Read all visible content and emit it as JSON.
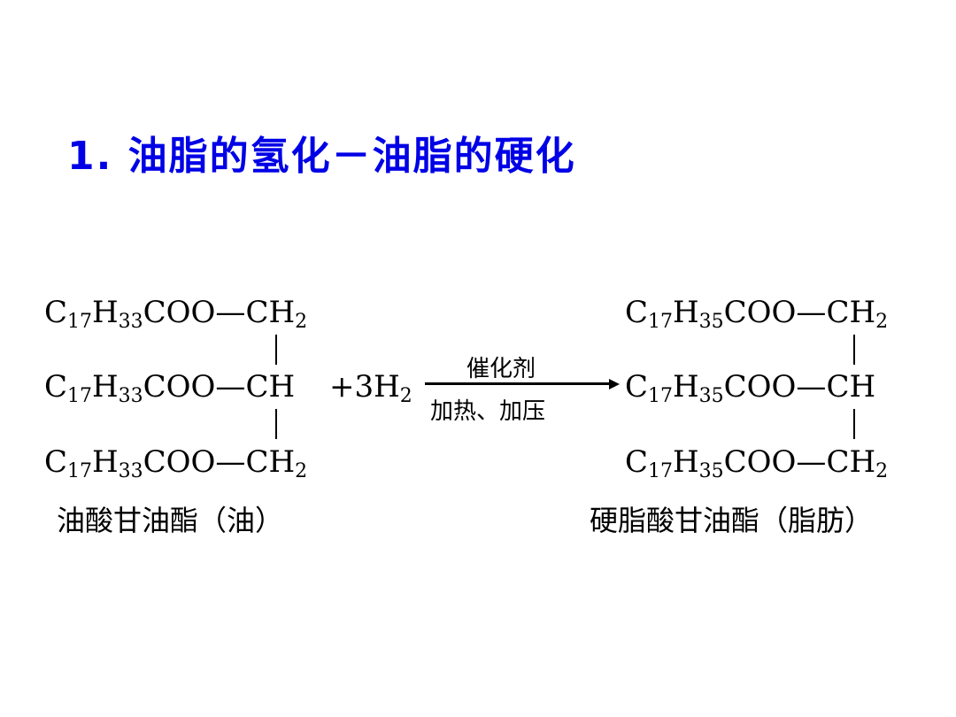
{
  "slide": {
    "title": "1. 油脂的氢化－油脂的硬化",
    "title_color": "#0000e6"
  },
  "reaction": {
    "reactant": {
      "rows": [
        {
          "chain": "C",
          "c_sub": "17",
          "h": "H",
          "h_sub": "33",
          "tail": "COO—",
          "end": "CH",
          "end_sub": "2"
        },
        {
          "chain": "C",
          "c_sub": "17",
          "h": "H",
          "h_sub": "33",
          "tail": "COO—",
          "end": "CH",
          "end_sub": ""
        },
        {
          "chain": "C",
          "c_sub": "17",
          "h": "H",
          "h_sub": "33",
          "tail": "COO—",
          "end": "CH",
          "end_sub": "2"
        }
      ],
      "name": "油酸甘油酯（油）"
    },
    "reagent": {
      "prefix": "+3H",
      "sub": "2"
    },
    "conditions": {
      "above": "催化剂",
      "below": "加热、加压"
    },
    "product": {
      "rows": [
        {
          "chain": "C",
          "c_sub": "17",
          "h": "H",
          "h_sub": "35",
          "tail": "COO—",
          "end": "CH",
          "end_sub": "2"
        },
        {
          "chain": "C",
          "c_sub": "17",
          "h": "H",
          "h_sub": "35",
          "tail": "COO—",
          "end": "CH",
          "end_sub": ""
        },
        {
          "chain": "C",
          "c_sub": "17",
          "h": "H",
          "h_sub": "35",
          "tail": "COO—",
          "end": "CH",
          "end_sub": "2"
        }
      ],
      "name": "硬脂酸甘油酯（脂肪）"
    }
  }
}
